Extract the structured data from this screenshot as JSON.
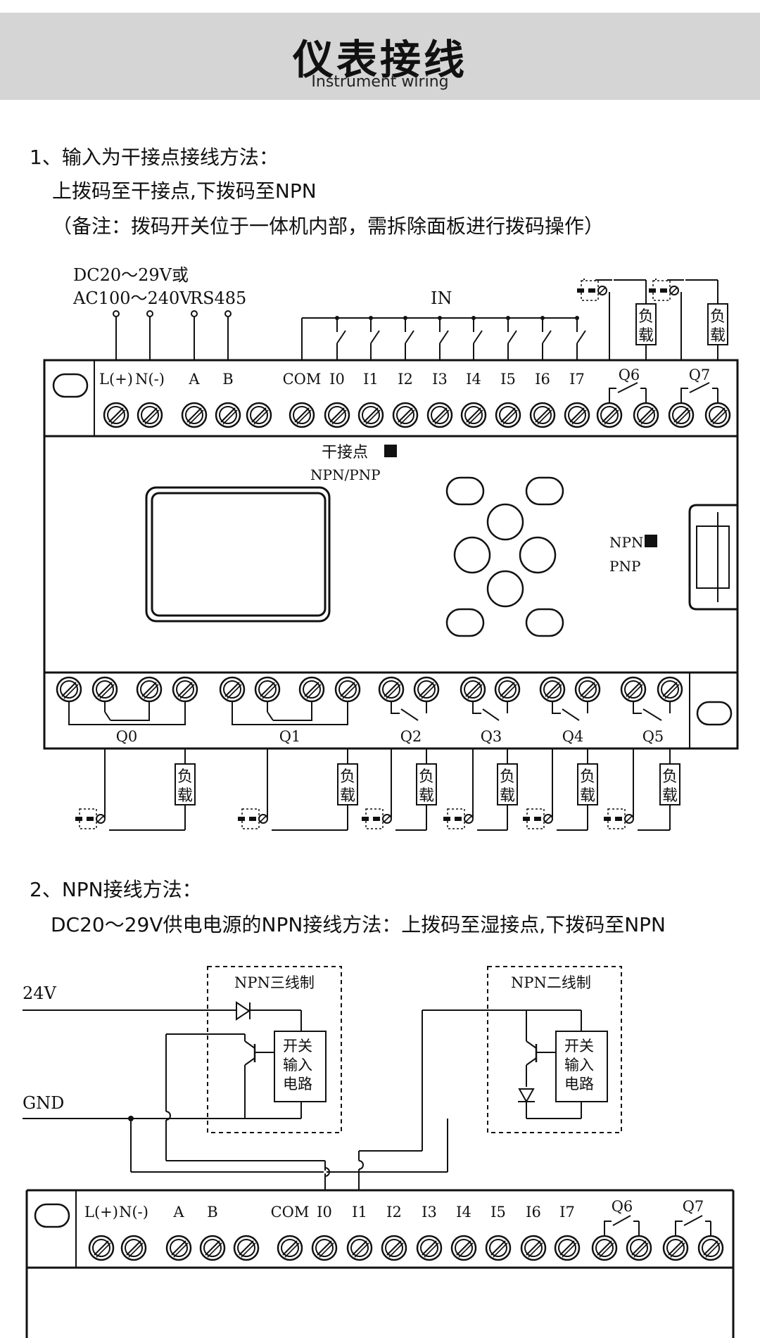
{
  "header": {
    "title_cn": "仪表接线",
    "title_en": "Instrument wiring"
  },
  "section1": {
    "heading": "1、输入为干接点接线方法：",
    "line2": "上拨码至干接点,下拨码至NPN",
    "line3": "（备注：拨码开关位于一体机内部，需拆除面板进行拨码操作）"
  },
  "diagram1": {
    "power_line1": "DC20～29V或",
    "power_line2": "AC100～240V",
    "rs485": "RS485",
    "in_label": "IN",
    "top_terminals": [
      "L(+)",
      "N(-)",
      "A",
      "B",
      "COM",
      "I0",
      "I1",
      "I2",
      "I3",
      "I4",
      "I5",
      "I6",
      "I7"
    ],
    "relay_top": [
      "Q6",
      "Q7"
    ],
    "load_text": [
      "负",
      "载"
    ],
    "dry_contact_label": "干接点",
    "npn_pnp_label": "NPN/PNP",
    "npn_label": "NPN",
    "pnp_label": "PNP",
    "bottom_outputs": [
      "Q0",
      "Q1",
      "Q2",
      "Q3",
      "Q4",
      "Q5"
    ]
  },
  "section2": {
    "heading": "2、NPN接线方法：",
    "line2": "DC20～29V供电电源的NPN接线方法：上拨码至湿接点,下拨码至NPN"
  },
  "diagram2": {
    "v24": "24V",
    "gnd": "GND",
    "npn3": "NPN三线制",
    "npn2": "NPN二线制",
    "switch_text": [
      "开关",
      "输入",
      "电路"
    ],
    "terminals": [
      "L(+)",
      "N(-)",
      "A",
      "B",
      "COM",
      "I0",
      "I1",
      "I2",
      "I3",
      "I4",
      "I5",
      "I6",
      "I7"
    ],
    "relays": [
      "Q6",
      "Q7"
    ]
  }
}
